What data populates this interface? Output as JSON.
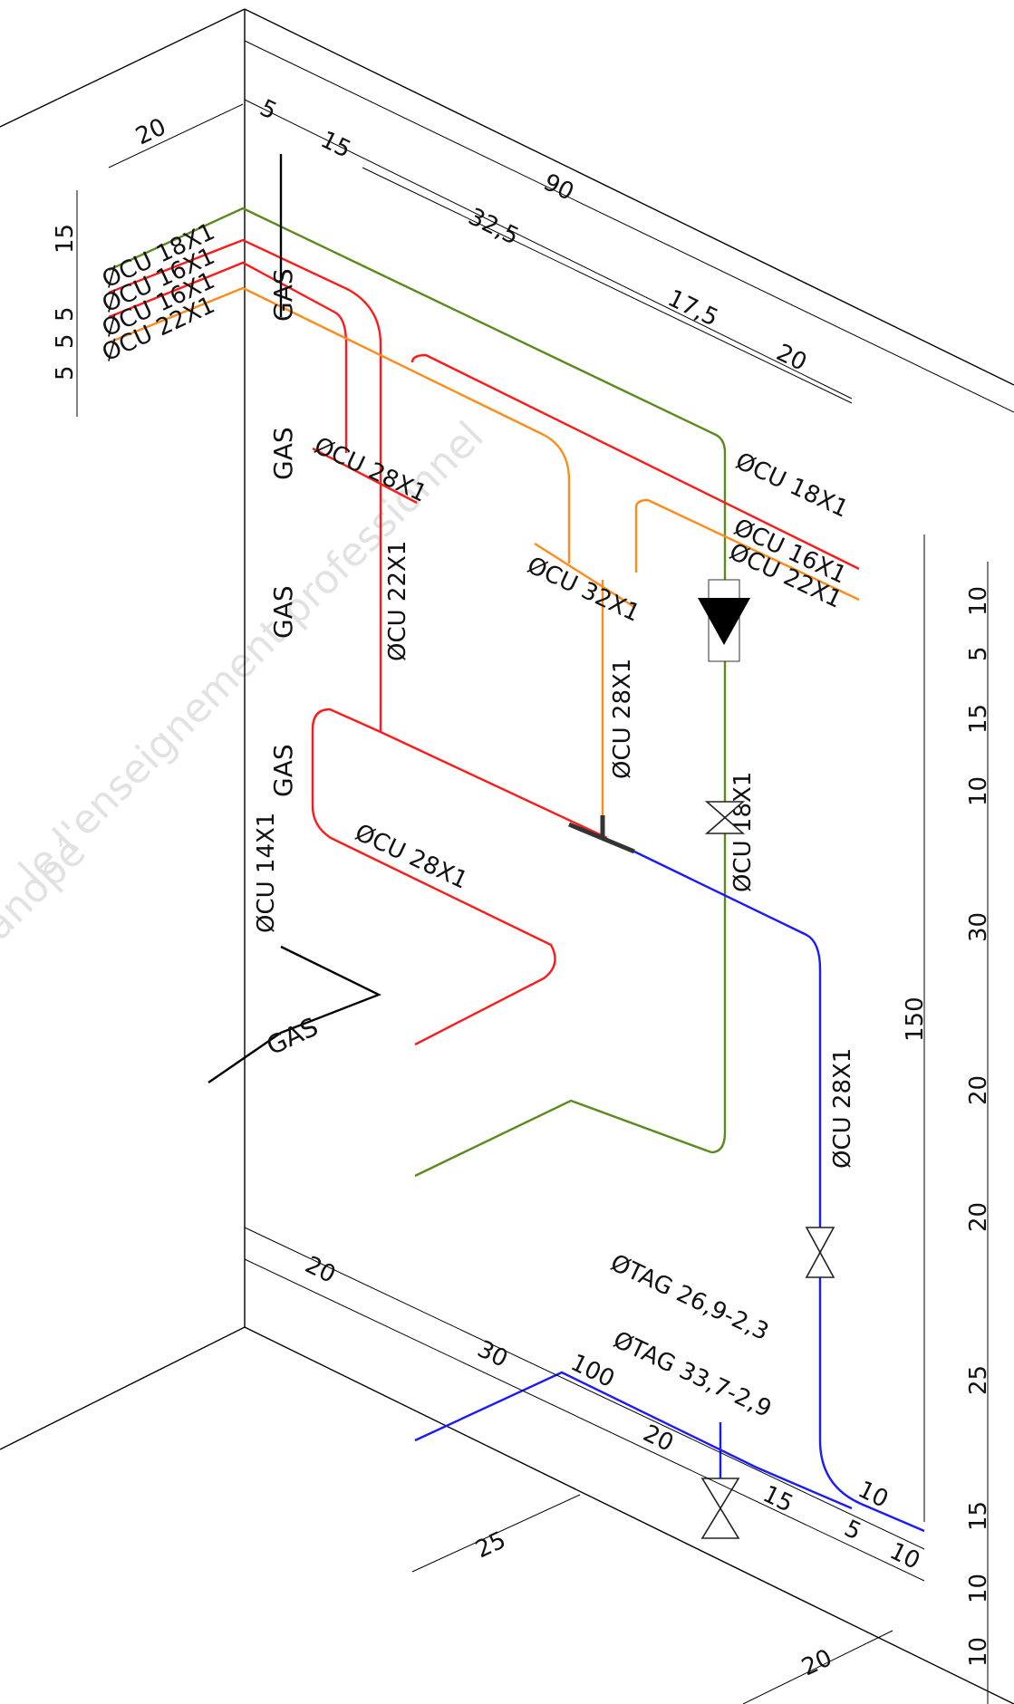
{
  "watermark": {
    "line1": "le l'enseignement professionnel",
    "line2": "anopé"
  },
  "pipes": {
    "cu18_top": "ØCU 18X1",
    "cu16_a": "ØCU 16X1",
    "cu16_b": "ØCU 16X1",
    "cu22_top": "ØCU 22X1",
    "cu28_top": "ØCU 28X1",
    "cu22_vert": "ØCU 22X1",
    "cu32": "ØCU 32X1",
    "cu28_vert": "ØCU 28X1",
    "cu18_right": "ØCU 18X1",
    "cu16_right": "ØCU 16X1",
    "cu22_right": "ØCU 22X1",
    "cu18_vert": "ØCU 18X1",
    "cu28_diag": "ØCU 28X1",
    "cu14": "ØCU 14X1",
    "cu28_blue": "ØCU 28X1",
    "tag26": "ØTAG 26,9-2,3",
    "tag33": "ØTAG 33,7-2,9"
  },
  "gas_labels": [
    "GAS",
    "GAS",
    "GAS",
    "GAS",
    "GAS"
  ],
  "dimensions": {
    "top": [
      "20",
      "5",
      "15",
      "90",
      "32,5",
      "17,5",
      "20"
    ],
    "left_vertical": [
      "15",
      "5",
      "5",
      "5"
    ],
    "bottom": [
      "20",
      "30",
      "100",
      "20",
      "15",
      "5",
      "10",
      "25",
      "20",
      "10"
    ],
    "total_height": "150",
    "right_vertical": [
      "10",
      "5",
      "15",
      "10",
      "30",
      "20",
      "20",
      "25",
      "15",
      "10",
      "10"
    ]
  },
  "colors": {
    "heating_flow": "#ff1a1a",
    "heating_return": "#ff8c1a",
    "cold_water": "#5b8a1d",
    "water_supply": "#1a1aff",
    "gas": "#000000"
  },
  "icons": [
    "flow-arrow-icon",
    "valve-icon"
  ]
}
